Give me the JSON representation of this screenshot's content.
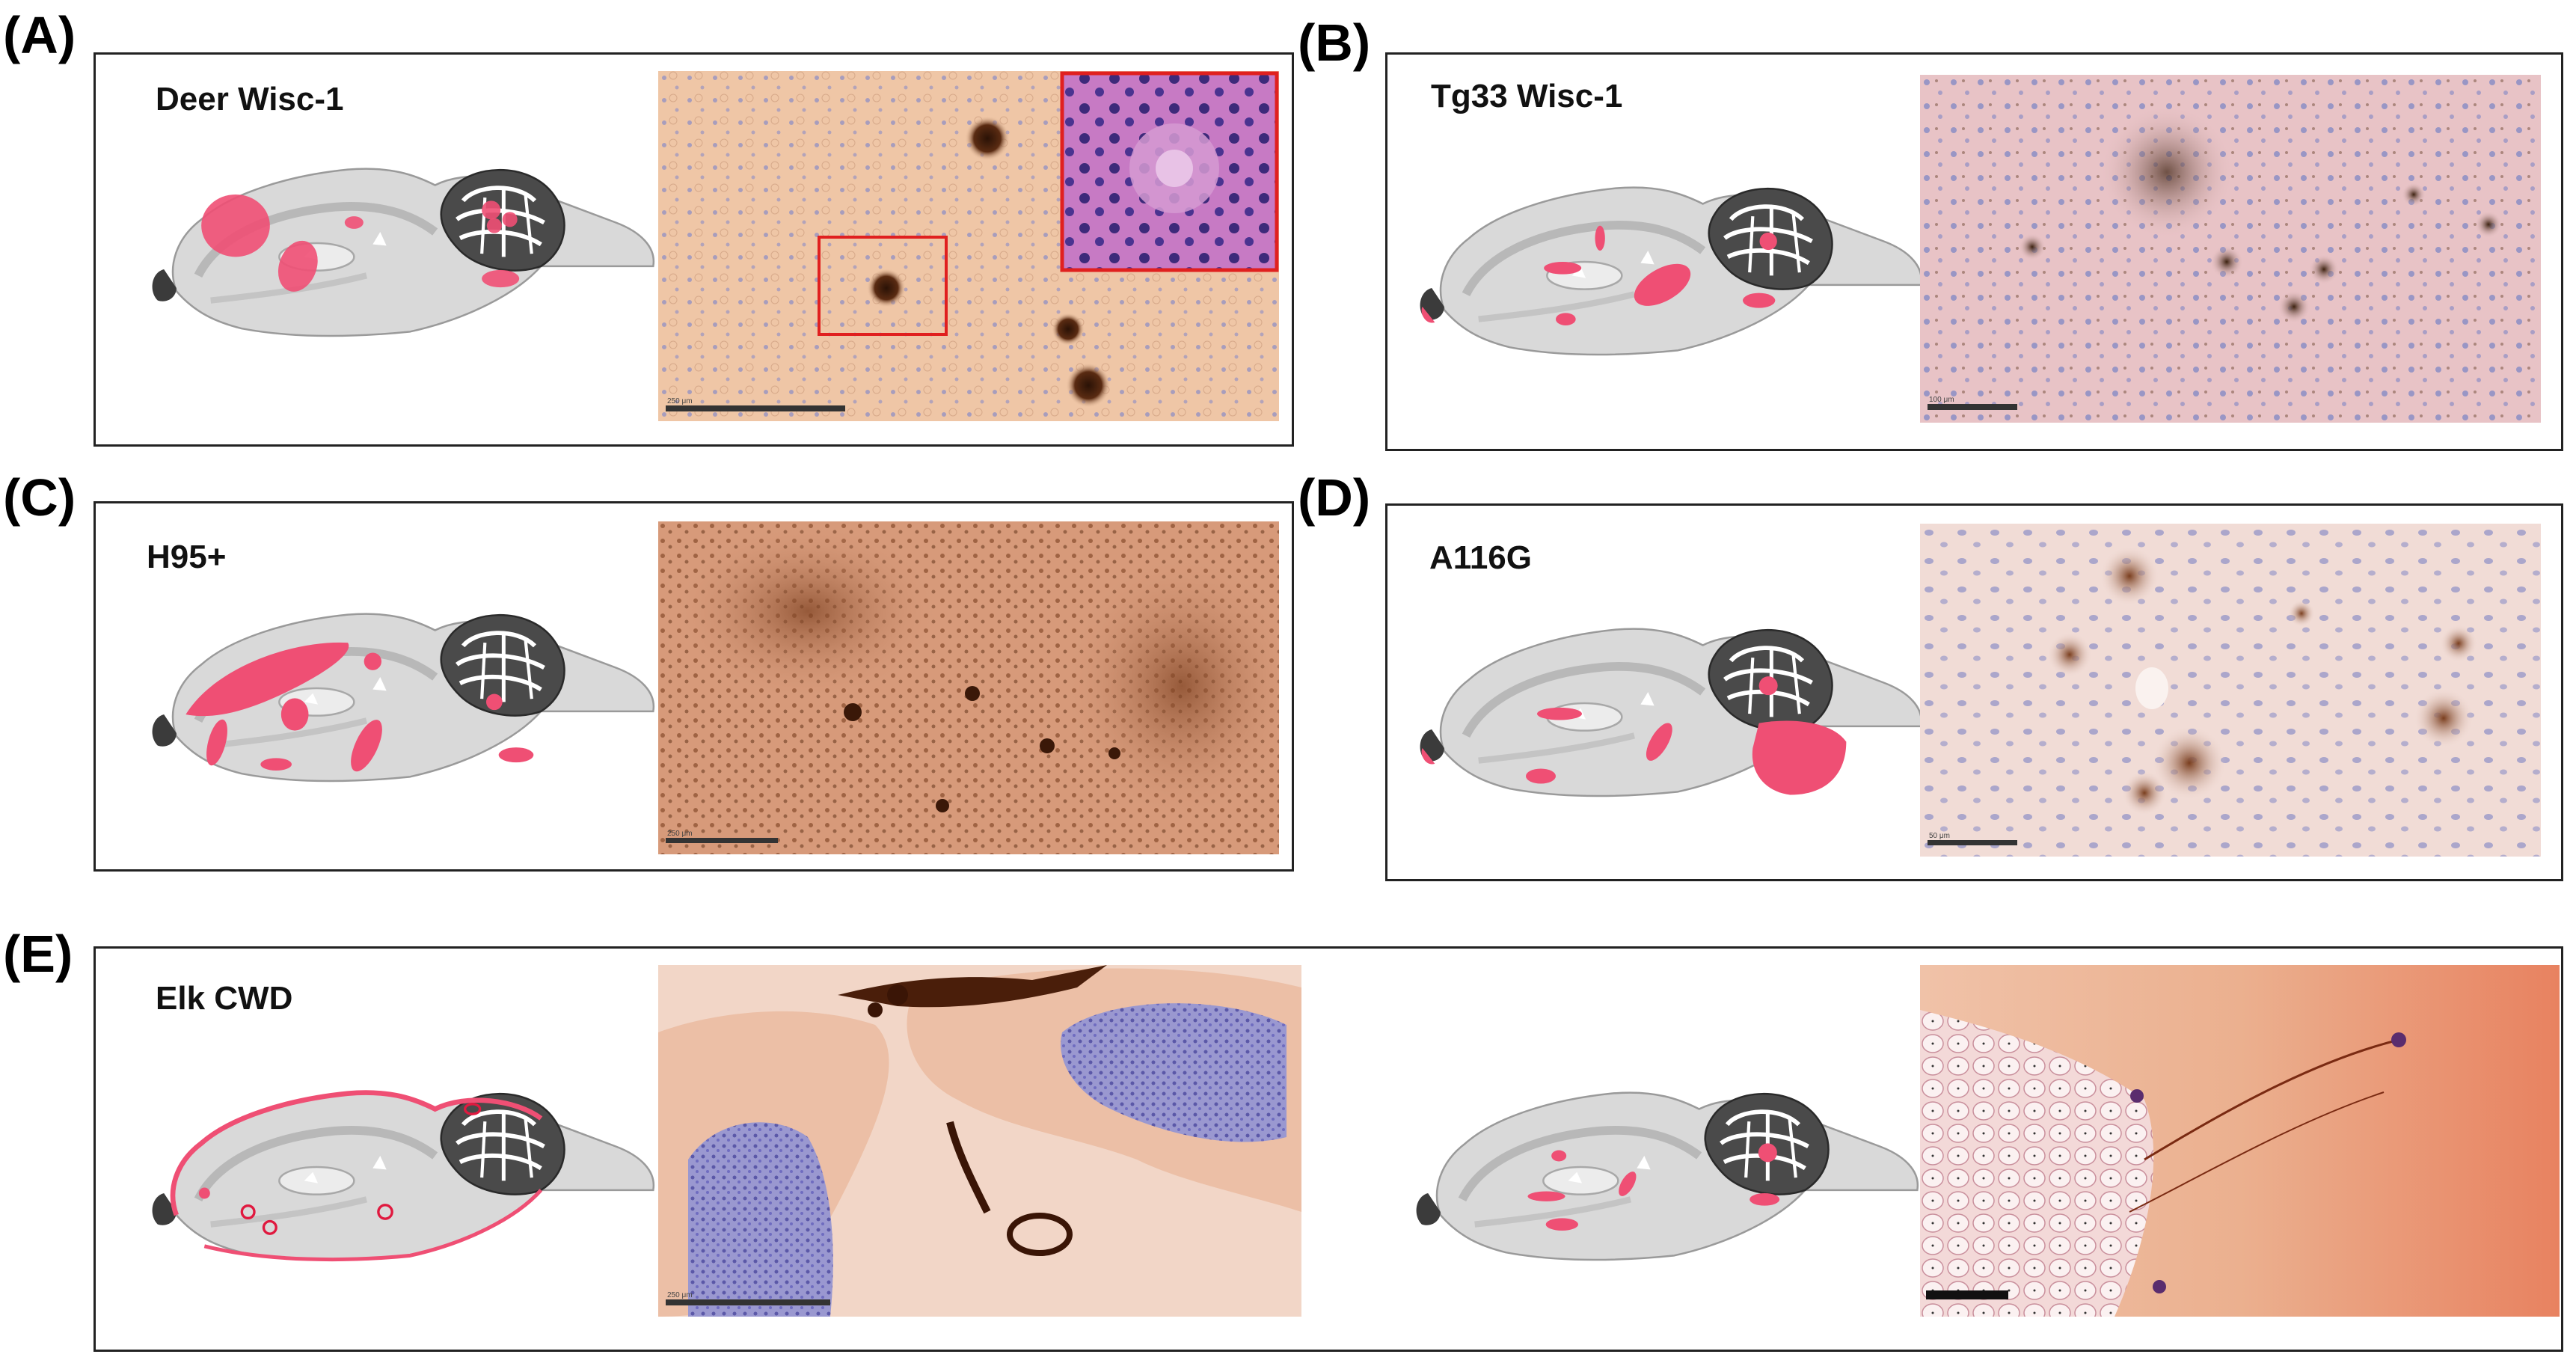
{
  "figure": {
    "panels": [
      {
        "id": "A",
        "label": "(A)",
        "title": "Deer Wisc-1"
      },
      {
        "id": "B",
        "label": "(B)",
        "title": "Tg33 Wisc-1"
      },
      {
        "id": "C",
        "label": "(C)",
        "title": "H95+"
      },
      {
        "id": "D",
        "label": "(D)",
        "title": "A116G"
      },
      {
        "id": "E",
        "label": "(E)",
        "title": "Elk CWD"
      }
    ],
    "scale_bars": {
      "A": "250 μm",
      "B": "100 μm",
      "C": "250 μm",
      "D": "50 μm",
      "E": "250 μm"
    }
  },
  "colors": {
    "lesion": "#ef4f74",
    "tissue": "#eab58f",
    "stain": "#4a2612",
    "hematoxylin": "#6f6cc0",
    "border": "#222222"
  }
}
